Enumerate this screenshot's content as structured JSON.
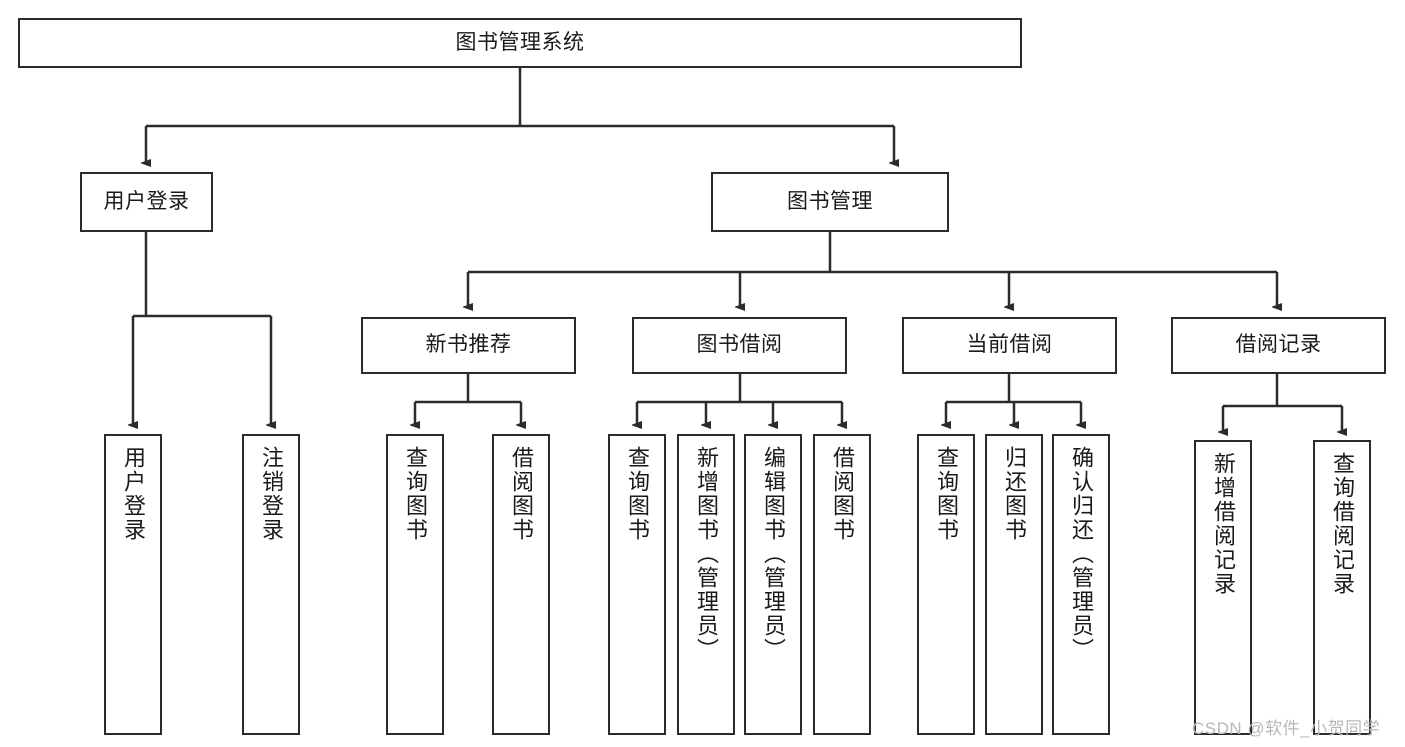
{
  "diagram": {
    "title": "图书管理系统",
    "type": "hierarchy-tree",
    "background_color": "#ffffff",
    "line_color": "#2b2b2b",
    "text_color": "#1a1a1a",
    "levels": 4,
    "root": {
      "label": "图书管理系统",
      "orientation": "horizontal"
    },
    "level2": [
      {
        "label": "用户登录",
        "orientation": "horizontal"
      },
      {
        "label": "图书管理",
        "orientation": "horizontal"
      }
    ],
    "level3": [
      {
        "label": "新书推荐",
        "orientation": "horizontal"
      },
      {
        "label": "图书借阅",
        "orientation": "horizontal"
      },
      {
        "label": "当前借阅",
        "orientation": "horizontal"
      },
      {
        "label": "借阅记录",
        "orientation": "horizontal"
      }
    ],
    "leaves_user_login": [
      {
        "label": "用户登录",
        "orientation": "vertical"
      },
      {
        "label": "注销登录",
        "orientation": "vertical"
      }
    ],
    "leaves_new_book": [
      {
        "label": "查询图书",
        "orientation": "vertical"
      },
      {
        "label": "借阅图书",
        "orientation": "vertical"
      }
    ],
    "leaves_borrow": [
      {
        "label": "查询图书",
        "orientation": "vertical"
      },
      {
        "label": "新增图书（管理员）",
        "orientation": "vertical"
      },
      {
        "label": "编辑图书（管理员）",
        "orientation": "vertical"
      },
      {
        "label": "借阅图书",
        "orientation": "vertical"
      }
    ],
    "leaves_current": [
      {
        "label": "查询图书",
        "orientation": "vertical"
      },
      {
        "label": "归还图书",
        "orientation": "vertical"
      },
      {
        "label": "确认归还（管理员）",
        "orientation": "vertical"
      }
    ],
    "leaves_records": [
      {
        "label": "新增借阅记录",
        "orientation": "vertical"
      },
      {
        "label": "查询借阅记录",
        "orientation": "vertical"
      }
    ]
  },
  "watermark": {
    "text": "CSDN @软件_小贺同学"
  }
}
